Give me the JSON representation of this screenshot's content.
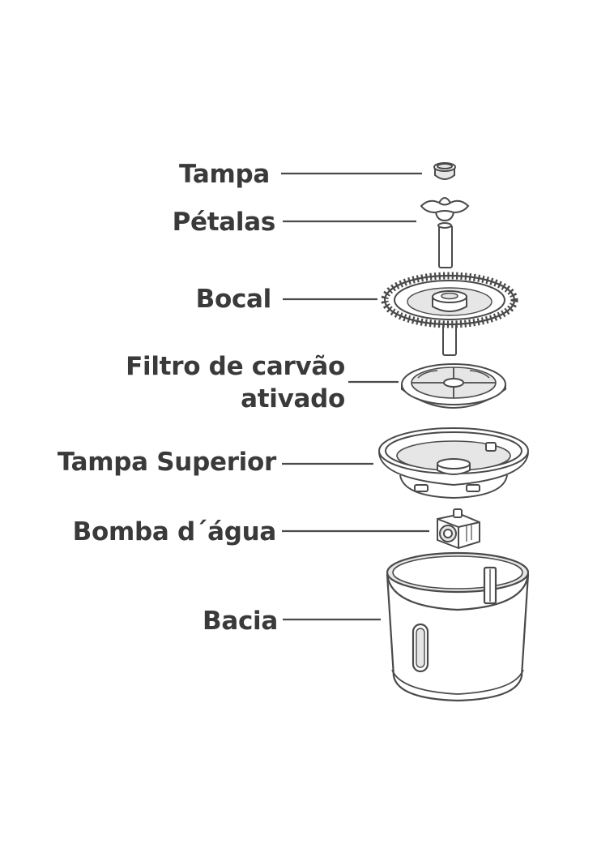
{
  "diagram": {
    "parts": [
      {
        "id": "tampa",
        "label": "Tampa"
      },
      {
        "id": "petalas",
        "label": "Pétalas"
      },
      {
        "id": "bocal",
        "label": "Bocal"
      },
      {
        "id": "filtro",
        "label_lines": [
          "Filtro de carvão",
          "ativado"
        ]
      },
      {
        "id": "tampa-superior",
        "label": "Tampa Superior"
      },
      {
        "id": "bomba",
        "label": "Bomba d´água"
      },
      {
        "id": "bacia",
        "label": "Bacia"
      }
    ],
    "colors": {
      "ink": "#3a3a3a",
      "line": "#4a4a4a",
      "fill": "#ffffff",
      "shade": "#e6e6e6"
    }
  }
}
